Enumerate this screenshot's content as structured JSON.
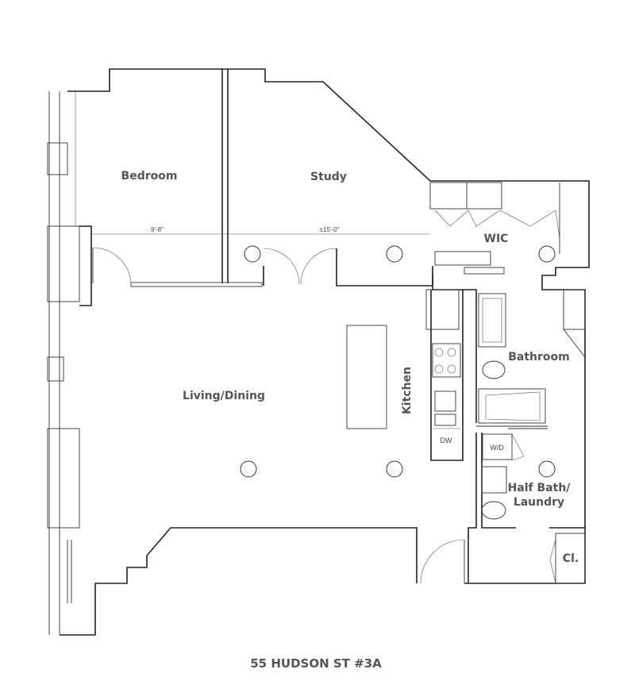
{
  "title": "55 HUDSON ST #3A",
  "rooms": {
    "bedroom": "Bedroom",
    "study": "Study",
    "wic": "WIC",
    "bathroom": "Bathroom",
    "kitchen": "Kitchen",
    "living_dining": "Living/Dining",
    "half_bath_line1": "Half Bath/",
    "half_bath_line2": "Laundry",
    "closet": "Cl."
  },
  "dimensions": {
    "bedroom_width": "9'-8\"",
    "study_width": "±15'-0\""
  },
  "appliances": {
    "dishwasher": "DW",
    "washer_dryer": "W/D"
  }
}
